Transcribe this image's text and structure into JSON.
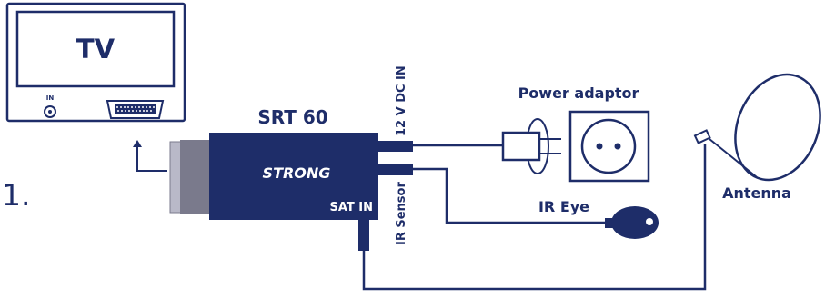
{
  "step_number": "1.",
  "tv": {
    "title": "TV",
    "in_label": "IN"
  },
  "receiver": {
    "model": "SRT 60",
    "brand": "STRONG",
    "sat_in_label": "SAT IN"
  },
  "ports": {
    "dc_in": "12 V DC IN",
    "ir_sensor": "IR Sensor"
  },
  "power_adaptor": {
    "label": "Power adaptor"
  },
  "ir_eye": {
    "label": "IR Eye"
  },
  "antenna": {
    "label": "Antenna"
  },
  "colors": {
    "primary": "#1e2d69",
    "accent_gray": "#7a7a8c",
    "background": "#ffffff"
  }
}
